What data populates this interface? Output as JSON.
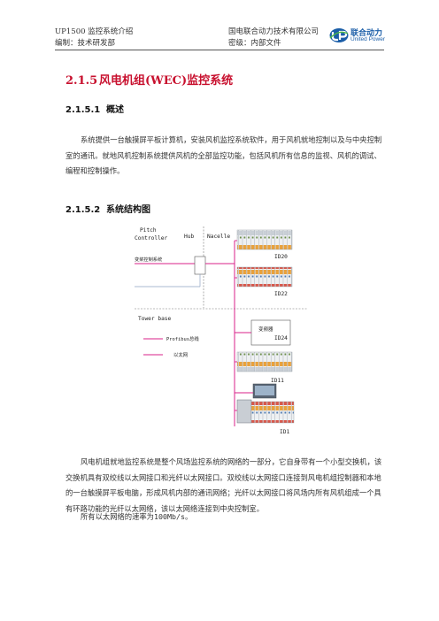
{
  "header": {
    "left_line1": "UP1500 监控系统介绍",
    "left_line2": "编制：技术研发部",
    "right_line1": "国电联合动力技术有限公司",
    "right_line2": "密级：内部文件",
    "logo_cn": "联合动力",
    "logo_en": "United Power"
  },
  "section": {
    "number": "2.1.5",
    "title": "风电机组(WEC)监控系统"
  },
  "overview": {
    "number": "2.1.5.1",
    "title": "概述",
    "paragraph": "系统提供一台触摸屏平板计算机，安装风机监控系统软件，用于风机就地控制以及与中央控制室的通讯。就地风机控制系统提供风机的全部监控功能，包括风机所有信息的监视、风机的调试、编程和控制操作。"
  },
  "structure": {
    "number": "2.1.5.2",
    "title": "系统结构图"
  },
  "diagram": {
    "pitch_controller_1": "Pitch",
    "pitch_controller_2": "Controller",
    "hub": "Hub",
    "nacelle": "Nacelle",
    "pitch_system": "变桨控制系统",
    "id20": "ID20",
    "id22": "ID22",
    "tower_base": "Tower base",
    "converter": "变频器",
    "id24": "ID24",
    "legend_profibus": "Profibus总线",
    "legend_ethernet": "以太网",
    "id11": "ID11",
    "id1": "ID1",
    "colors": {
      "profibus": "#d9208a",
      "ethernet": "#d9208a",
      "wire": "#8ea3c2",
      "dashed": "#777777"
    }
  },
  "description": {
    "paragraph": "风电机组就地监控系统是整个风场监控系统的网络的一部分，它自身带有一个小型交换机，该交换机具有双绞线以太网接口和光纤以太网接口。双绞线以太网接口连接到风电机组控制器和本地的一台触摸屏平板电脑，形成风机内部的通讯网络；光纤以太网接口将风场内所有风机组成一个具有环路功能的光纤以太网络，该以太网络连接到中央控制室。"
  },
  "speed": {
    "prefix": "所有以太网络的速率为",
    "value": "100Mb/s",
    "suffix": "。"
  }
}
